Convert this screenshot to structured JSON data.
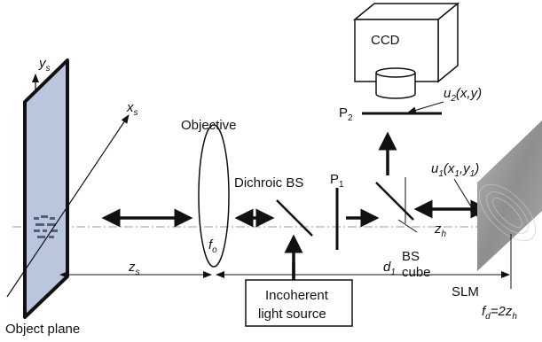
{
  "labels": {
    "ys_main": "y",
    "ys_sub": "s",
    "xs_main": "x",
    "xs_sub": "s",
    "objective": "Objective",
    "dichroic_bs": "Dichroic BS",
    "p1_main": "P",
    "p1_sub": "1",
    "p2_main": "P",
    "p2_sub": "2",
    "ccd": "CCD",
    "u2_main": "u",
    "u2_sub": "2",
    "u2_args": "(x,y)",
    "u1_main": "u",
    "u1_sub": "1",
    "u1_args_open": "(x",
    "u1_args_sub1": "1",
    "u1_args_mid": ",y",
    "u1_args_sub2": "1",
    "u1_args_close": ")",
    "fo_main": "f",
    "fo_sub": "o",
    "zh_main": "z",
    "zh_sub": "h",
    "bs_cube_line1": "BS",
    "bs_cube_line2": "cube",
    "zs_main": "z",
    "zs_sub": "s",
    "d1_main": "d",
    "d1_sub": "1",
    "slm": "SLM",
    "fd_main": "f",
    "fd_sub": "d",
    "fd_eq": "=2z",
    "fd_eq_sub": "h",
    "light_source_line1": "Incoherent",
    "light_source_line2": "light source",
    "object_plane": "Object plane"
  },
  "colors": {
    "ink": "#111111",
    "object_plane_fill": "#b9c6dc",
    "slm_fill": "#9c9c9c",
    "axis_dash": "#9a9a9a"
  }
}
